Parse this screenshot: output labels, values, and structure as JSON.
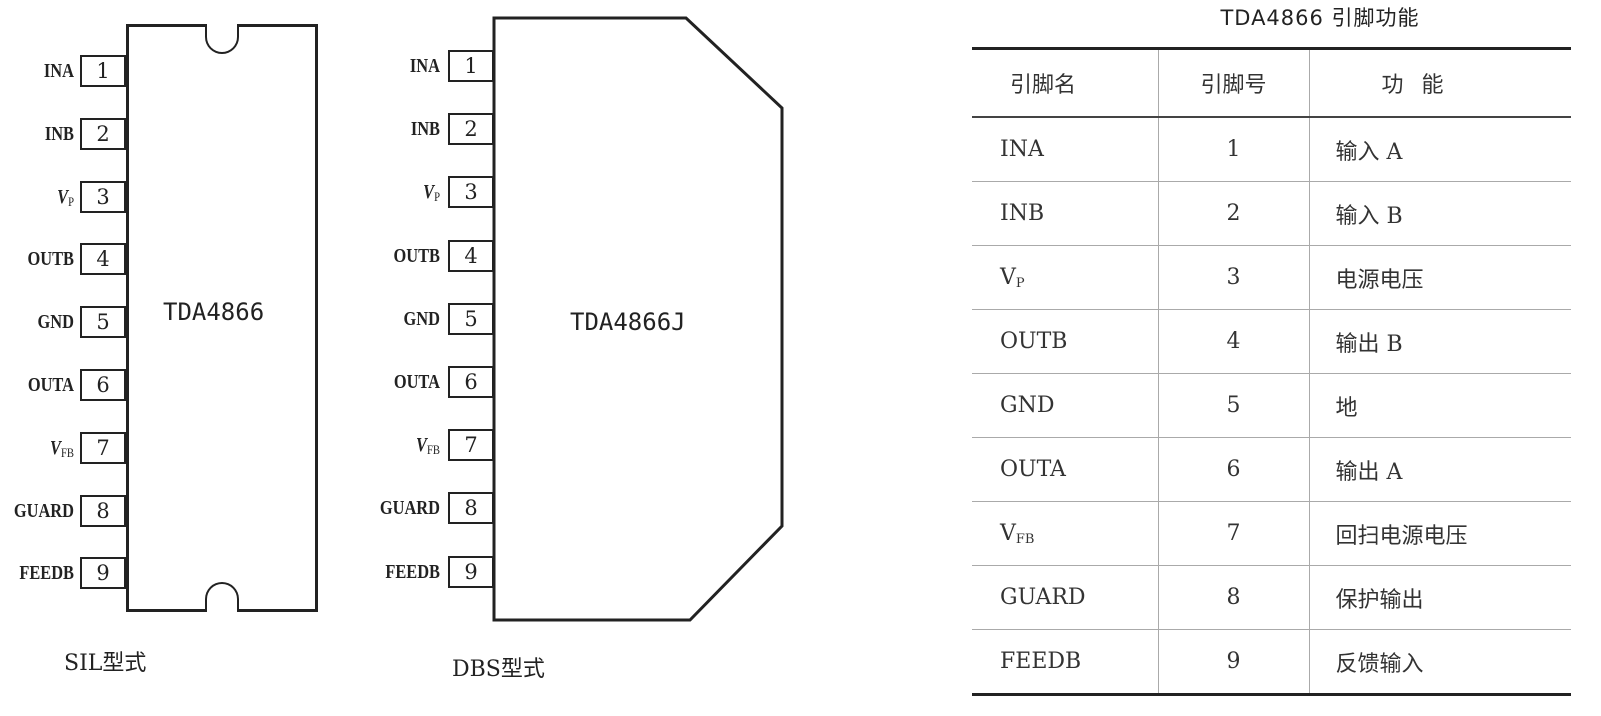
{
  "sil": {
    "chip_name": "TDA4866",
    "caption": "SIL型式"
  },
  "dbs": {
    "chip_name": "TDA4866J",
    "caption": "DBS型式"
  },
  "pins": [
    {
      "num": "1",
      "label": "INA",
      "sub": ""
    },
    {
      "num": "2",
      "label": "INB",
      "sub": ""
    },
    {
      "num": "3",
      "label": "V",
      "sub": "P"
    },
    {
      "num": "4",
      "label": "OUTB",
      "sub": ""
    },
    {
      "num": "5",
      "label": "GND",
      "sub": ""
    },
    {
      "num": "6",
      "label": "OUTA",
      "sub": ""
    },
    {
      "num": "7",
      "label": "V",
      "sub": "FB"
    },
    {
      "num": "8",
      "label": "GUARD",
      "sub": ""
    },
    {
      "num": "9",
      "label": "FEEDB",
      "sub": ""
    }
  ],
  "table": {
    "title": "TDA4866 引脚功能",
    "headers": [
      "引脚名",
      "引脚号",
      "功能"
    ],
    "rows": [
      {
        "name": "INA",
        "sub": "",
        "num": "1",
        "func": "输入 A"
      },
      {
        "name": "INB",
        "sub": "",
        "num": "2",
        "func": "输入 B"
      },
      {
        "name": "V",
        "sub": "P",
        "num": "3",
        "func": "电源电压"
      },
      {
        "name": "OUTB",
        "sub": "",
        "num": "4",
        "func": "输出 B"
      },
      {
        "name": "GND",
        "sub": "",
        "num": "5",
        "func": "地"
      },
      {
        "name": "OUTA",
        "sub": "",
        "num": "6",
        "func": "输出 A"
      },
      {
        "name": "V",
        "sub": "FB",
        "num": "7",
        "func": "回扫电源电压"
      },
      {
        "name": "GUARD",
        "sub": "",
        "num": "8",
        "func": "保护输出"
      },
      {
        "name": "FEEDB",
        "sub": "",
        "num": "9",
        "func": "反馈输入"
      }
    ]
  }
}
